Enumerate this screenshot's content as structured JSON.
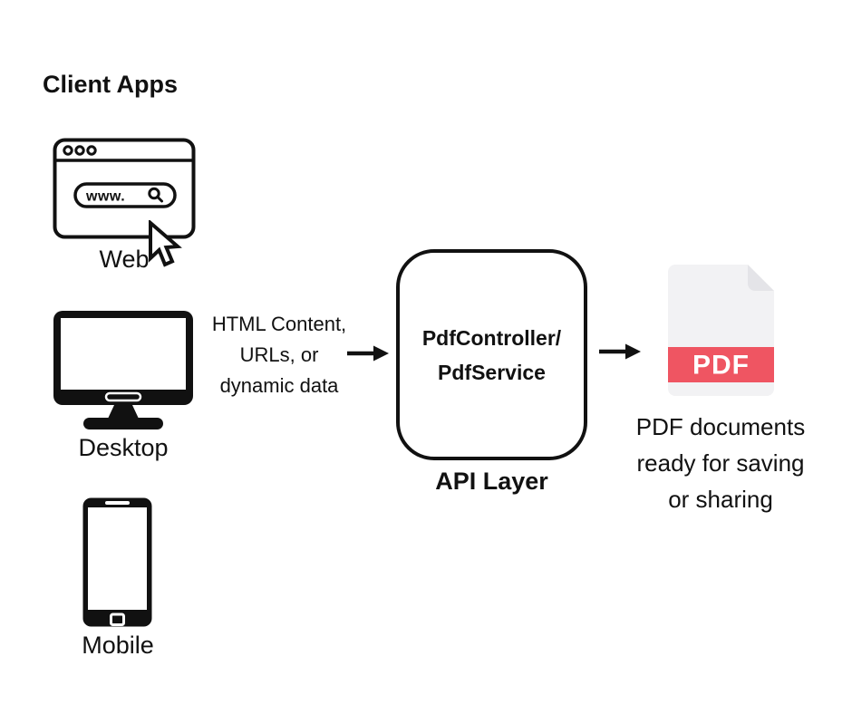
{
  "title": "Client Apps",
  "clients": {
    "web": {
      "label": "Web",
      "address_text": "www."
    },
    "desktop": {
      "label": "Desktop"
    },
    "mobile": {
      "label": "Mobile"
    }
  },
  "flow": {
    "input_lines": [
      "HTML Content,",
      "URLs, or",
      "dynamic data"
    ],
    "api_box": {
      "title_line1": "PdfController/",
      "title_line2": "PdfService",
      "caption": "API Layer"
    },
    "pdf_file": {
      "badge": "PDF"
    },
    "output_lines": [
      "PDF documents",
      "ready for saving",
      "or sharing"
    ]
  },
  "colors": {
    "ink": "#111111",
    "background": "#ffffff",
    "pdf_band": "#ef5562",
    "pdf_page": "#f2f2f4",
    "pdf_fold": "#e4e4e8"
  }
}
